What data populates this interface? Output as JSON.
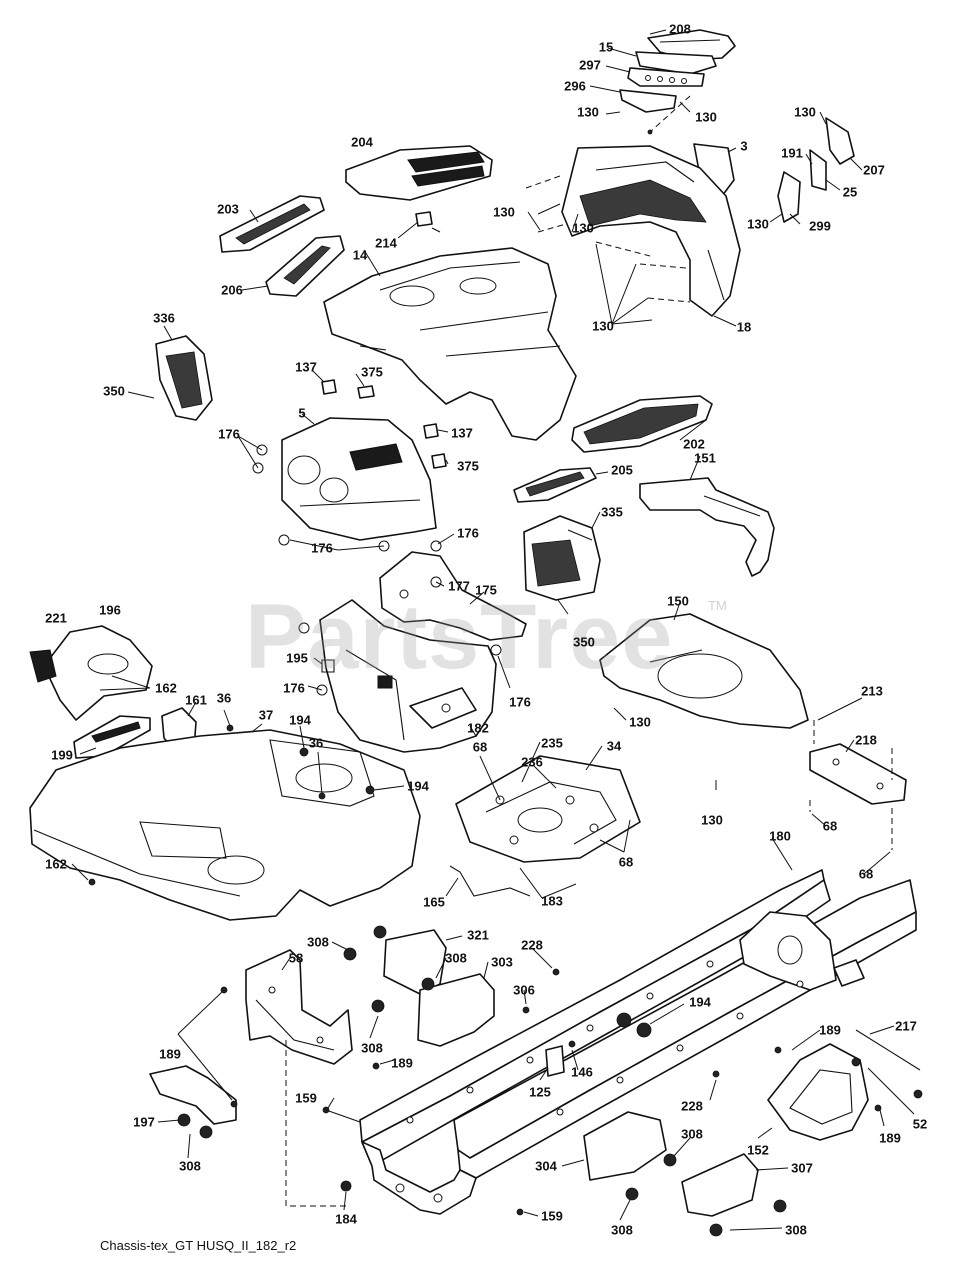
{
  "caption": "Chassis-tex_GT HUSQ_II_182_r2",
  "watermark": {
    "text": "PartsTree",
    "trademark": "TM"
  },
  "callouts": [
    {
      "id": "c208a",
      "label": "208"
    },
    {
      "id": "c15",
      "label": "15"
    },
    {
      "id": "c297",
      "label": "297"
    },
    {
      "id": "c296",
      "label": "296"
    },
    {
      "id": "c130a",
      "label": "130"
    },
    {
      "id": "c130b",
      "label": "130"
    },
    {
      "id": "c130c",
      "label": "130"
    },
    {
      "id": "c204",
      "label": "204"
    },
    {
      "id": "c3",
      "label": "3"
    },
    {
      "id": "c191",
      "label": "191"
    },
    {
      "id": "c207",
      "label": "207"
    },
    {
      "id": "c25",
      "label": "25"
    },
    {
      "id": "c203",
      "label": "203"
    },
    {
      "id": "c130d",
      "label": "130"
    },
    {
      "id": "c130e",
      "label": "130"
    },
    {
      "id": "c299",
      "label": "299"
    },
    {
      "id": "c214",
      "label": "214"
    },
    {
      "id": "c130f",
      "label": "130"
    },
    {
      "id": "c14",
      "label": "14"
    },
    {
      "id": "c206",
      "label": "206"
    },
    {
      "id": "c130g",
      "label": "130"
    },
    {
      "id": "c18",
      "label": "18"
    },
    {
      "id": "c336",
      "label": "336"
    },
    {
      "id": "c137a",
      "label": "137"
    },
    {
      "id": "c375a",
      "label": "375"
    },
    {
      "id": "c350a",
      "label": "350"
    },
    {
      "id": "c5",
      "label": "5"
    },
    {
      "id": "c137b",
      "label": "137"
    },
    {
      "id": "c176a",
      "label": "176"
    },
    {
      "id": "c202",
      "label": "202"
    },
    {
      "id": "c375b",
      "label": "375"
    },
    {
      "id": "c205",
      "label": "205"
    },
    {
      "id": "c151",
      "label": "151"
    },
    {
      "id": "c335",
      "label": "335"
    },
    {
      "id": "c176b",
      "label": "176"
    },
    {
      "id": "c176c",
      "label": "176"
    },
    {
      "id": "c175",
      "label": "175"
    },
    {
      "id": "c177",
      "label": "177"
    },
    {
      "id": "c221",
      "label": "221"
    },
    {
      "id": "c196",
      "label": "196"
    },
    {
      "id": "c150",
      "label": "150"
    },
    {
      "id": "c350b",
      "label": "350"
    },
    {
      "id": "c195",
      "label": "195"
    },
    {
      "id": "c162a",
      "label": "162"
    },
    {
      "id": "c161",
      "label": "161"
    },
    {
      "id": "c176d",
      "label": "176"
    },
    {
      "id": "c176e",
      "label": "176"
    },
    {
      "id": "c36a",
      "label": "36"
    },
    {
      "id": "c37",
      "label": "37"
    },
    {
      "id": "c194a",
      "label": "194"
    },
    {
      "id": "c36b",
      "label": "36"
    },
    {
      "id": "c130h",
      "label": "130"
    },
    {
      "id": "c213",
      "label": "213"
    },
    {
      "id": "c182",
      "label": "182"
    },
    {
      "id": "c199",
      "label": "199"
    },
    {
      "id": "c68a",
      "label": "68"
    },
    {
      "id": "c235",
      "label": "235"
    },
    {
      "id": "c34",
      "label": "34"
    },
    {
      "id": "c218",
      "label": "218"
    },
    {
      "id": "c236",
      "label": "236"
    },
    {
      "id": "c194b",
      "label": "194"
    },
    {
      "id": "c130i",
      "label": "130"
    },
    {
      "id": "c68b",
      "label": "68"
    },
    {
      "id": "c68c",
      "label": "68"
    },
    {
      "id": "c162b",
      "label": "162"
    },
    {
      "id": "c68d",
      "label": "68"
    },
    {
      "id": "c180",
      "label": "180"
    },
    {
      "id": "c165",
      "label": "165"
    },
    {
      "id": "c183",
      "label": "183"
    },
    {
      "id": "c321",
      "label": "321"
    },
    {
      "id": "c308a",
      "label": "308"
    },
    {
      "id": "c228a",
      "label": "228"
    },
    {
      "id": "c58",
      "label": "58"
    },
    {
      "id": "c308b",
      "label": "308"
    },
    {
      "id": "c303",
      "label": "303"
    },
    {
      "id": "c306",
      "label": "306"
    },
    {
      "id": "c194c",
      "label": "194"
    },
    {
      "id": "c217",
      "label": "217"
    },
    {
      "id": "c189a",
      "label": "189"
    },
    {
      "id": "c308c",
      "label": "308"
    },
    {
      "id": "c189b",
      "label": "189"
    },
    {
      "id": "c189c",
      "label": "189"
    },
    {
      "id": "c146",
      "label": "146"
    },
    {
      "id": "c125",
      "label": "125"
    },
    {
      "id": "c228b",
      "label": "228"
    },
    {
      "id": "c52",
      "label": "52"
    },
    {
      "id": "c197",
      "label": "197"
    },
    {
      "id": "c159a",
      "label": "159"
    },
    {
      "id": "c189d",
      "label": "189"
    },
    {
      "id": "c308d",
      "label": "308"
    },
    {
      "id": "c152",
      "label": "152"
    },
    {
      "id": "c308e",
      "label": "308"
    },
    {
      "id": "c307",
      "label": "307"
    },
    {
      "id": "c304",
      "label": "304"
    },
    {
      "id": "c184",
      "label": "184"
    },
    {
      "id": "c159b",
      "label": "159"
    },
    {
      "id": "c308f",
      "label": "308"
    },
    {
      "id": "c308g",
      "label": "308"
    }
  ]
}
